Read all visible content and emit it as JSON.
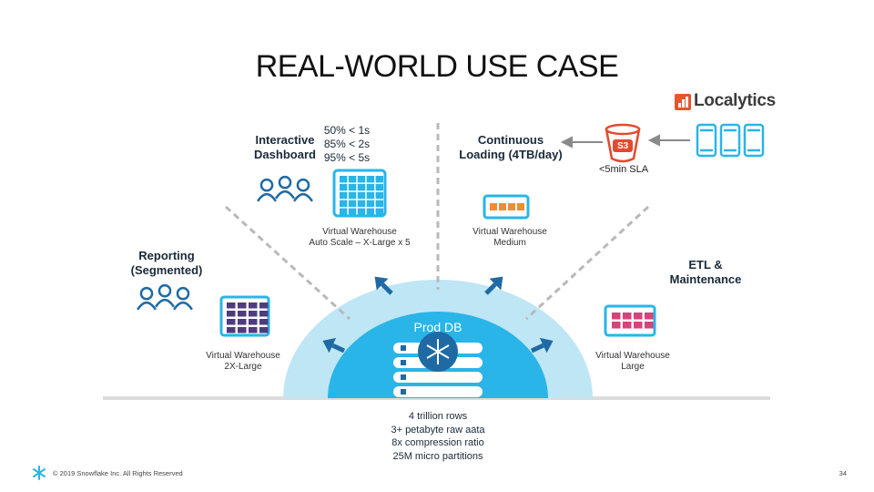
{
  "title": "REAL-WORLD USE CASE",
  "brand": {
    "name": "Localytics",
    "color": "#e8542b"
  },
  "colors": {
    "accent": "#29b5e8",
    "dome": "#29b5e8",
    "domeLight": "#bfe6f5",
    "purple": "#4f3c7e",
    "orange": "#f28b30",
    "magenta": "#d4447a",
    "s3": "#e24a2e"
  },
  "workloads": {
    "interactive": {
      "label": "Interactive\nDashboard",
      "sla": "50% < 1s\n85% < 2s\n95% < 5s",
      "warehouse": "Virtual Warehouse\nAuto Scale – X-Large x 5"
    },
    "continuous": {
      "label": "Continuous\nLoading (4TB/day)",
      "warehouse": "Virtual Warehouse\nMedium"
    },
    "reporting": {
      "label": "Reporting\n(Segmented)",
      "warehouse": "Virtual Warehouse\n2X-Large"
    },
    "etl": {
      "label": "ETL &\nMaintenance",
      "warehouse": "Virtual Warehouse\nLarge"
    }
  },
  "s3": {
    "label": "S3",
    "sla": "<5min SLA"
  },
  "db": {
    "label": "Prod DB",
    "stats": [
      "4 trillion rows",
      "3+ petabyte raw aata",
      "8x compression ratio",
      "25M micro partitions"
    ]
  },
  "icons": [
    "localytics-logo-icon",
    "mobile-phones-icon",
    "s3-bucket-icon",
    "users-group-icon",
    "warehouse-grid-icon",
    "database-icon",
    "snowflake-icon",
    "arrow-icon"
  ],
  "footer": {
    "copyright": "© 2019 Snowflake Inc. All Rights Reserved",
    "page": "34"
  }
}
